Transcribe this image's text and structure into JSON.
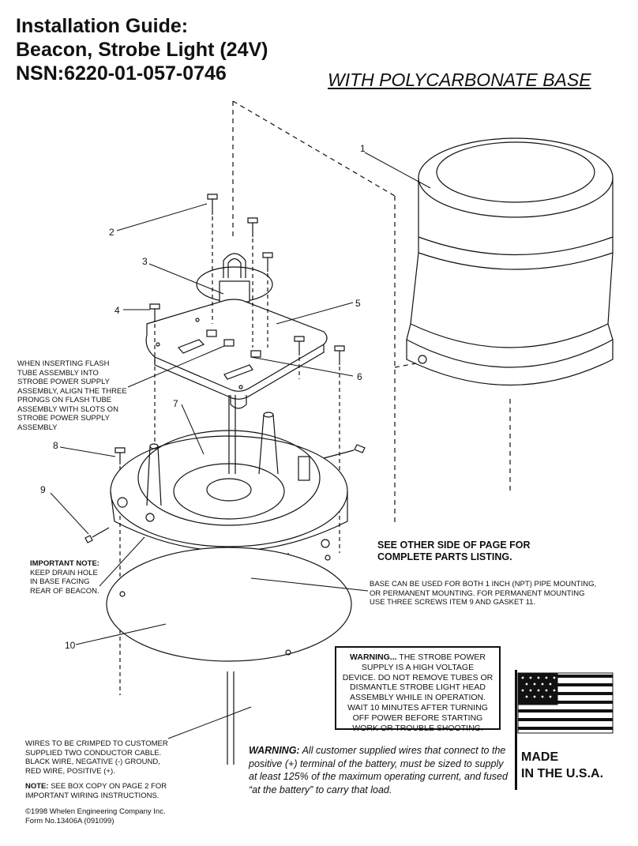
{
  "title": {
    "line1": "Installation Guide:",
    "line2": "Beacon, Strobe Light (24V)",
    "line3": "NSN:6220-01-057-0746"
  },
  "subtitle": "WITH POLYCARBONATE BASE",
  "callouts": {
    "c1": "1",
    "c2": "2",
    "c3": "3",
    "c4": "4",
    "c5": "5",
    "c6": "6",
    "c7": "7",
    "c8": "8",
    "c9": "9",
    "c10": "10"
  },
  "notes": {
    "flash_tube": [
      "WHEN INSERTING FLASH",
      "TUBE ASSEMBLY INTO",
      "STROBE POWER SUPPLY",
      "ASSEMBLY, ALIGN THE THREE",
      "PRONGS ON FLASH TUBE",
      "ASSEMBLY WITH SLOTS ON",
      "STROBE POWER SUPPLY",
      "ASSEMBLY"
    ],
    "important_label": "IMPORTANT NOTE:",
    "important_body": [
      "KEEP DRAIN HOLE",
      "IN BASE FACING",
      "REAR OF BEACON."
    ],
    "wires": [
      "WIRES TO BE CRIMPED TO CUSTOMER",
      "SUPPLIED TWO CONDUCTOR CABLE.",
      "BLACK WIRE, NEGATIVE (-) GROUND,",
      "RED WIRE, POSITIVE (+)."
    ],
    "wires_note_label": "NOTE:",
    "wires_note_body": " SEE BOX COPY ON PAGE 2 FOR",
    "wires_note_body2": "IMPORTANT WIRING INSTRUCTIONS."
  },
  "see_other": [
    "SEE OTHER SIDE OF PAGE FOR",
    "COMPLETE PARTS LISTING."
  ],
  "base_note": [
    "BASE CAN BE USED FOR BOTH 1 INCH (NPT) PIPE MOUNTING,",
    "OR PERMANENT MOUNTING. FOR PERMANENT MOUNTING",
    "USE THREE SCREWS ITEM 9 AND GASKET 11."
  ],
  "warning_box": {
    "label": "WARNING...",
    "first": " THE STROBE POWER",
    "lines": [
      "SUPPLY IS A HIGH VOLTAGE",
      "DEVICE. DO NOT REMOVE TUBES OR",
      "DISMANTLE STROBE LIGHT HEAD",
      "ASSEMBLY WHILE IN OPERATION.",
      "WAIT 10 MINUTES AFTER TURNING",
      "OFF POWER BEFORE STARTING",
      "WORK OR TROUBLE SHOOTING."
    ]
  },
  "warning2": {
    "label": "WARNING:",
    "body": " All customer supplied wires that connect to the positive (+) terminal of the battery, must be sized to supply at least 125% of the maximum operating current, and fused “at the battery” to carry that load."
  },
  "made_in": [
    "MADE",
    "IN THE U.S.A."
  ],
  "footer": [
    "©1998 Whelen Engineering Company Inc.",
    "Form No.13406A (091099)"
  ]
}
